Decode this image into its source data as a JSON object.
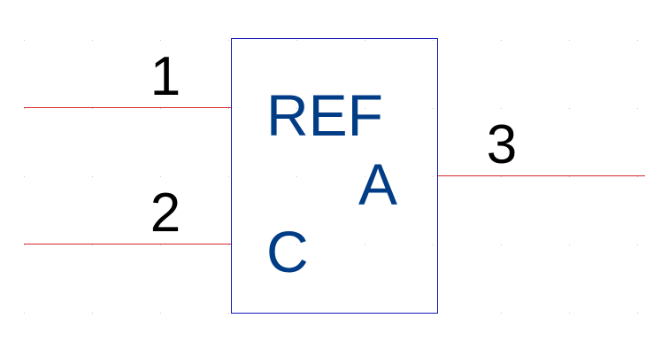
{
  "component": {
    "pins": [
      {
        "number": "1"
      },
      {
        "number": "2"
      },
      {
        "number": "3"
      }
    ],
    "body_labels": {
      "ref": "REF",
      "anode": "A",
      "cathode": "C"
    }
  },
  "colors": {
    "pin_line": "#d62b2b",
    "body_outline": "#1a1ab8",
    "body_text": "#003d86",
    "pin_text": "#000000",
    "grid_dot": "#c8c8c8"
  }
}
